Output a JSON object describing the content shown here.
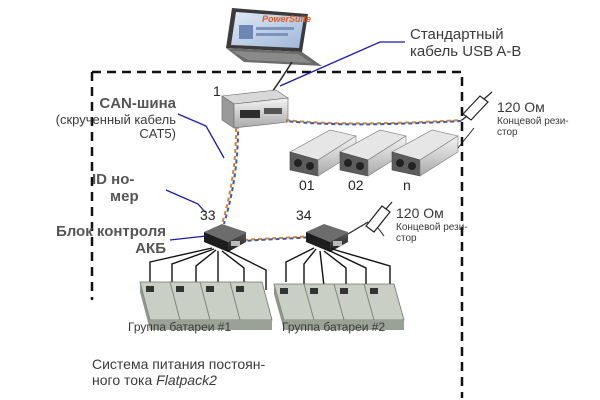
{
  "laptop": {
    "screen_title": "PowerSuite"
  },
  "usb_cable": {
    "line1": "Стандартный",
    "line2": "кабель USB A-B"
  },
  "can_bus": {
    "title": "CAN-шина",
    "line2": "(скрученный кабель",
    "line3": "CAT5)"
  },
  "controller": {
    "number": "1"
  },
  "resistor_top": {
    "value": "120 Ом",
    "line1": "Концевой рези-",
    "line2": "стор"
  },
  "rectifiers": {
    "labels": [
      "01",
      "02",
      "n"
    ]
  },
  "id_number": {
    "line1": "ID  но-",
    "line2": "мер"
  },
  "battery_monitor": {
    "line1": "Блок контроля",
    "line2": "АКБ",
    "ids": [
      "33",
      "34"
    ]
  },
  "resistor_bottom": {
    "value": "120 Ом",
    "line1": "Концевой рези-",
    "line2": "стор"
  },
  "battery_groups": {
    "group1": "Группа батареи #1",
    "group2": "Группа батареи #2"
  },
  "system": {
    "line1": "Система  питания постоян-",
    "line2_prefix": "ного тока ",
    "line2_name": "Flatpack2"
  },
  "colors": {
    "leader": "#1a1aa8",
    "cable_orange": "#d9822b",
    "cable_blue": "#3a5ba8",
    "dash": "#111111"
  }
}
